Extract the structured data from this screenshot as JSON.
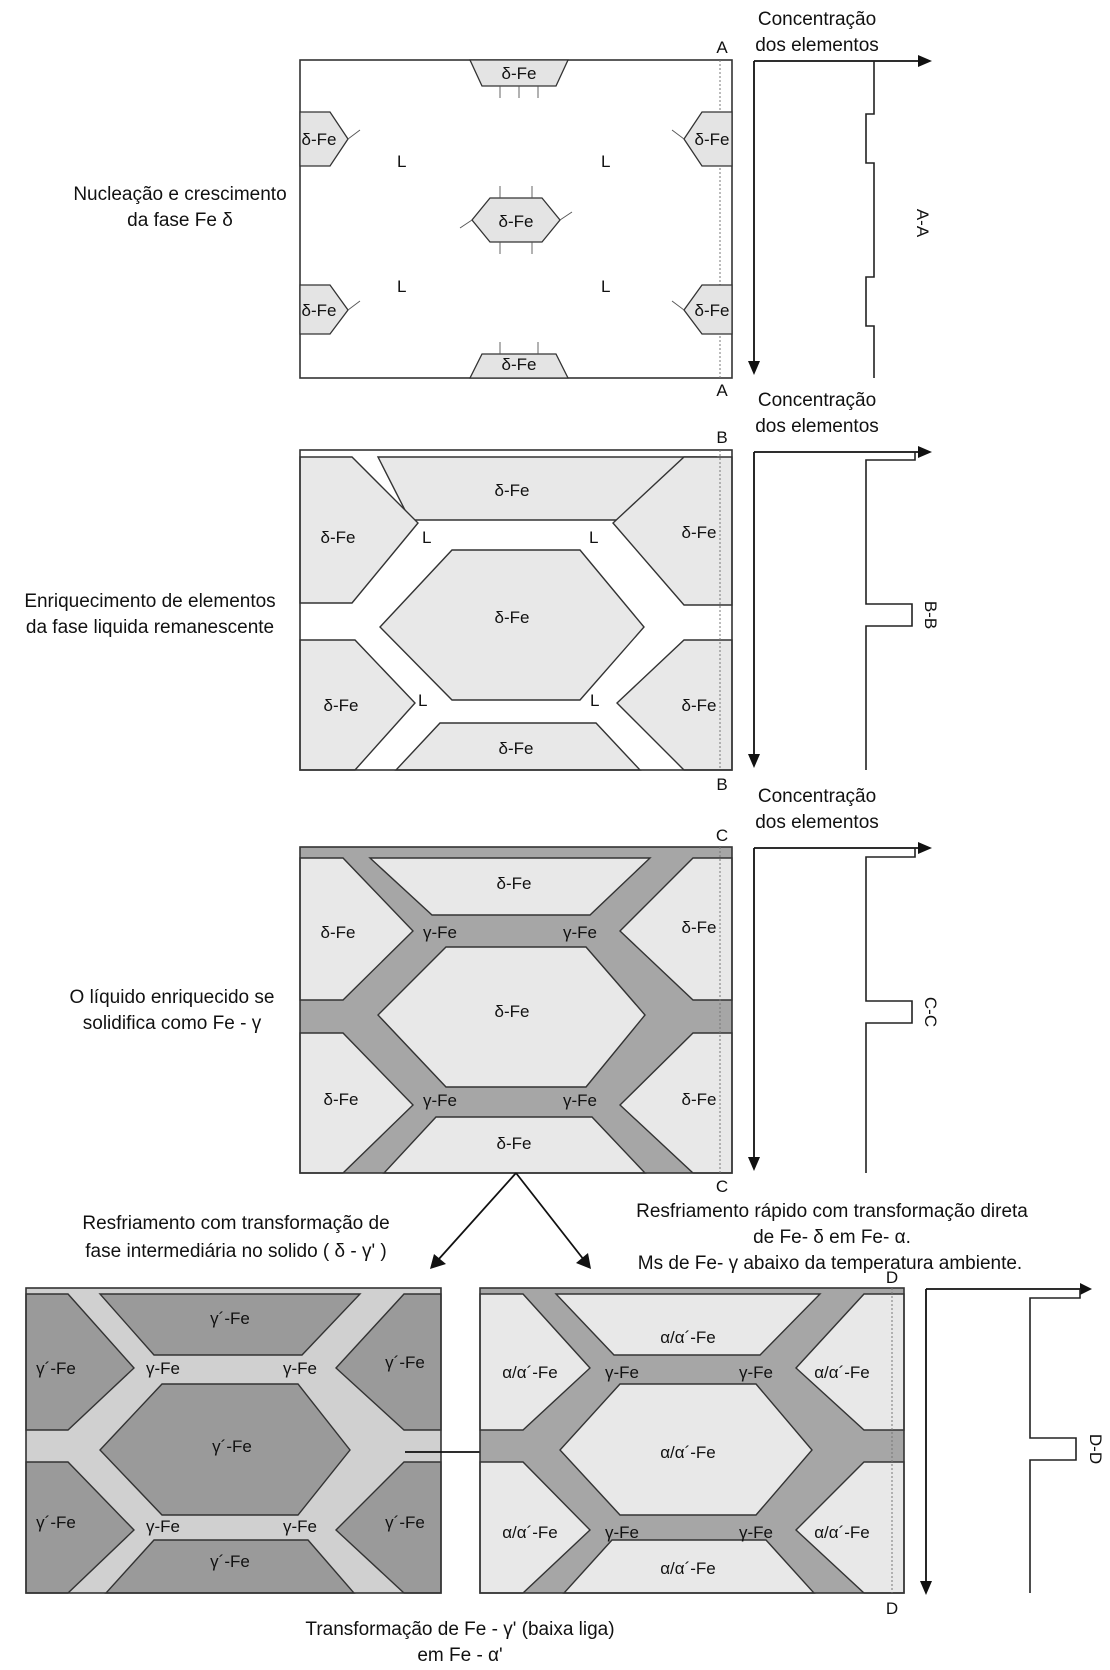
{
  "captions": {
    "stage1": [
      "Nucleação e crescimento",
      "da fase Fe δ"
    ],
    "stage2": [
      "Enriquecimento de elementos",
      "da fase liquida remanescente"
    ],
    "stage3": [
      "O líquido enriquecido se",
      "solidifica como Fe - γ"
    ],
    "branch_left": [
      "Resfriamento com transformação de",
      "fase intermediária no solido ( δ - γ' )"
    ],
    "branch_right": [
      "Resfriamento  rápido com transformação direta",
      "de Fe- δ em Fe- α.",
      "Ms de Fe- γ abaixo da temperatura ambiente."
    ],
    "bottom": [
      "Transformação de Fe -  γ' (baixa liga)",
      "em Fe - α'"
    ]
  },
  "axis_label": [
    "Concentração",
    "dos elementos"
  ],
  "sections": {
    "a": "A",
    "a_profile": "A-A",
    "b": "B",
    "b_profile": "B-B",
    "c": "C",
    "c_profile": "C-C",
    "d": "D",
    "d_profile": "D-D"
  },
  "phase_labels": {
    "delta": "δ-Fe",
    "liquid": "L",
    "gamma": "γ-Fe",
    "gamma_prime": "γ´-Fe",
    "alpha": "α/α´-Fe"
  },
  "colors": {
    "grain_light": "#e8e8e8",
    "grain_dark": "#9a9a9a",
    "boundary_gamma": "#a6a6a6",
    "liquid": "#ffffff"
  }
}
